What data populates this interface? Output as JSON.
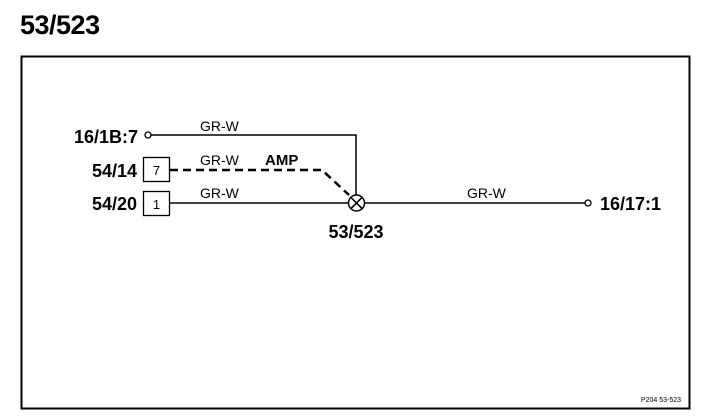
{
  "title": "53/523",
  "connectors": {
    "c1": "16/1B:7",
    "c2": "54/14",
    "c3": "54/20",
    "right": "16/17:1",
    "splice": "53/523"
  },
  "pins": {
    "c2": "7",
    "c3": "1"
  },
  "wires": {
    "w1": "GR-W",
    "w2": "GR-W",
    "w3": "GR-W",
    "w4": "GR-W",
    "amp": "AMP"
  },
  "reference": "P204  53-523"
}
